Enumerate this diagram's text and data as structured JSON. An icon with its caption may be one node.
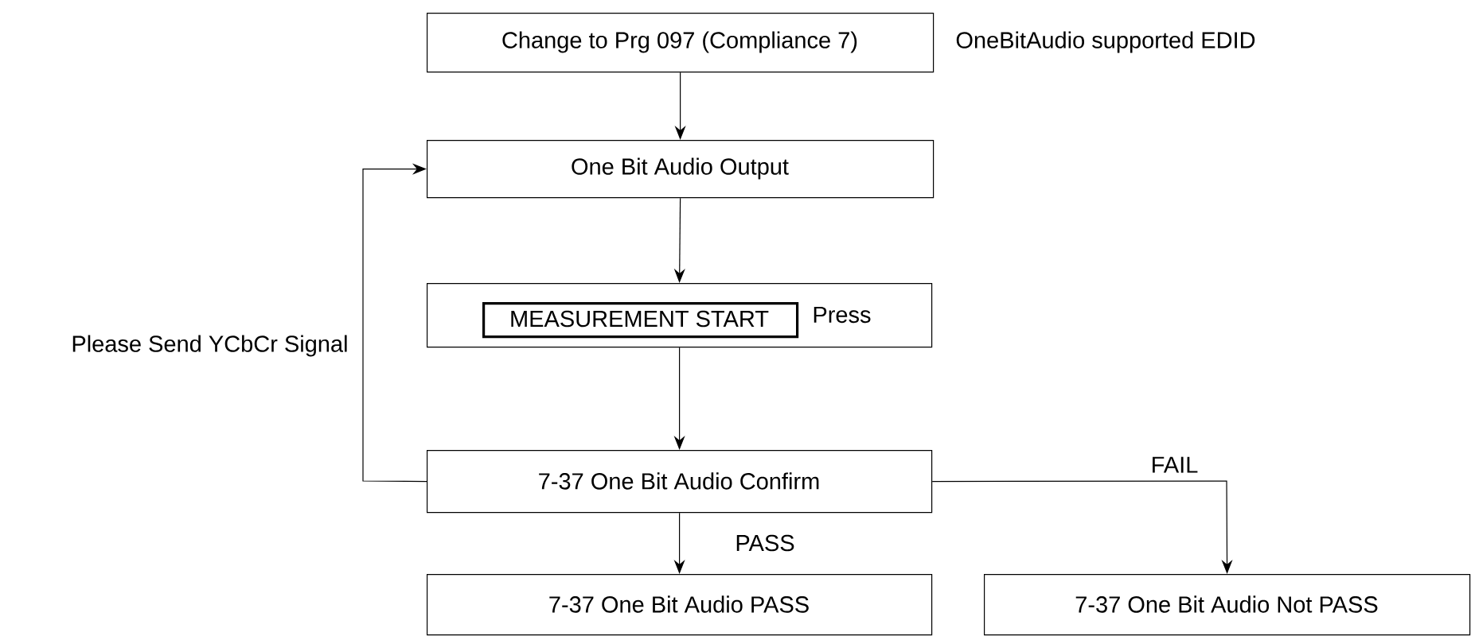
{
  "diagram": {
    "nodes": [
      {
        "text": [
          "Change to Prg 097 (Compliance 7)"
        ],
        "beside": [
          "OneBitAudio supported EDID"
        ]
      },
      {
        "text": [
          "One Bit Audio Output"
        ]
      },
      {
        "text": [
          "Press"
        ]
      },
      {
        "text": [
          "MEASUREMENT START"
        ],
        "in": 2
      },
      {
        "text": [
          "7-37 One Bit Audio Confirm"
        ]
      },
      {
        "text": [
          "7-37 One Bit Audio PASS"
        ]
      },
      {
        "text": [
          "7-37 One Bit Audio Not PASS"
        ]
      }
    ],
    "edges": [
      {
        "from": 0,
        "to": 1,
        "arrow": "to"
      },
      {
        "from": 1,
        "to": 2,
        "arrow": "to"
      },
      {
        "from": 2,
        "to": 4,
        "arrow": "to"
      },
      {
        "from": 4,
        "to": 5,
        "label": "PASS",
        "arrow": "to"
      },
      {
        "from": 4,
        "to": 6,
        "label": "FAIL",
        "arrow": "to"
      },
      {
        "from": 4,
        "to": 1,
        "label": "Please Send YCbCr Signal",
        "arrow": "to"
      }
    ]
  }
}
